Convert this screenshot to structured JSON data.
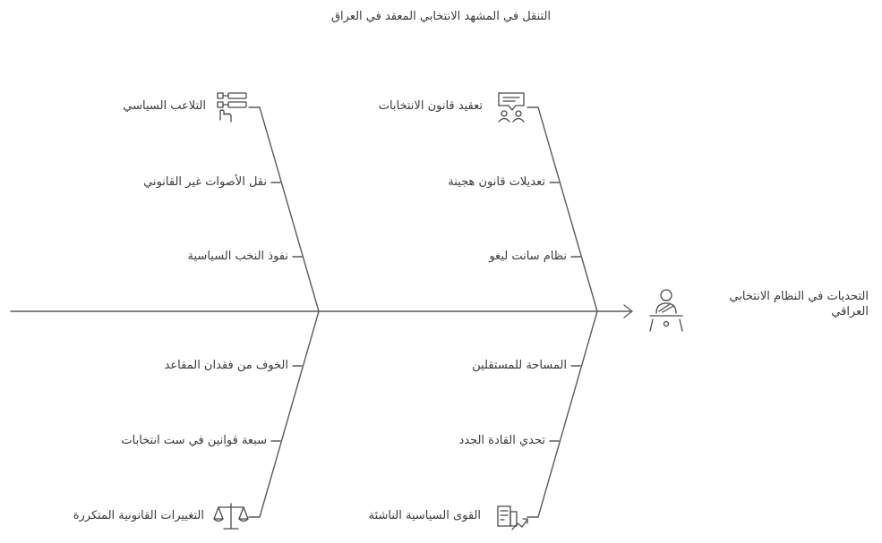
{
  "title": "التنقل في المشهد الانتخابي المعقد في العراق",
  "head": {
    "label": "التحديات في النظام الانتخابي العراقي",
    "icon": "podium-speaker-icon"
  },
  "colors": {
    "line": "#5a5a5a",
    "text": "#3a3a3a"
  },
  "branches": {
    "top_left": {
      "items": [
        {
          "label": "التلاعب السياسي",
          "icon": "flowchart-hand-icon"
        },
        {
          "label": "نقل الأصوات غير القانوني"
        },
        {
          "label": "نفوذ النخب السياسية"
        }
      ]
    },
    "top_right": {
      "items": [
        {
          "label": "تعقيد قانون الانتخابات",
          "icon": "speech-bubble-people-icon"
        },
        {
          "label": "تعديلات قانون هجينة"
        },
        {
          "label": "نظام سانت ليغو"
        }
      ]
    },
    "bottom_left": {
      "items": [
        {
          "label": "الخوف من فقدان المقاعد"
        },
        {
          "label": "سبعة قوانين في ست انتخابات"
        },
        {
          "label": "التغييرات القانونية المتكررة",
          "icon": "scales-icon"
        }
      ]
    },
    "bottom_right": {
      "items": [
        {
          "label": "المساحة للمستقلين"
        },
        {
          "label": "تحدي القادة الجدد"
        },
        {
          "label": "القوى السياسية الناشئة",
          "icon": "building-growth-icon"
        }
      ]
    }
  }
}
